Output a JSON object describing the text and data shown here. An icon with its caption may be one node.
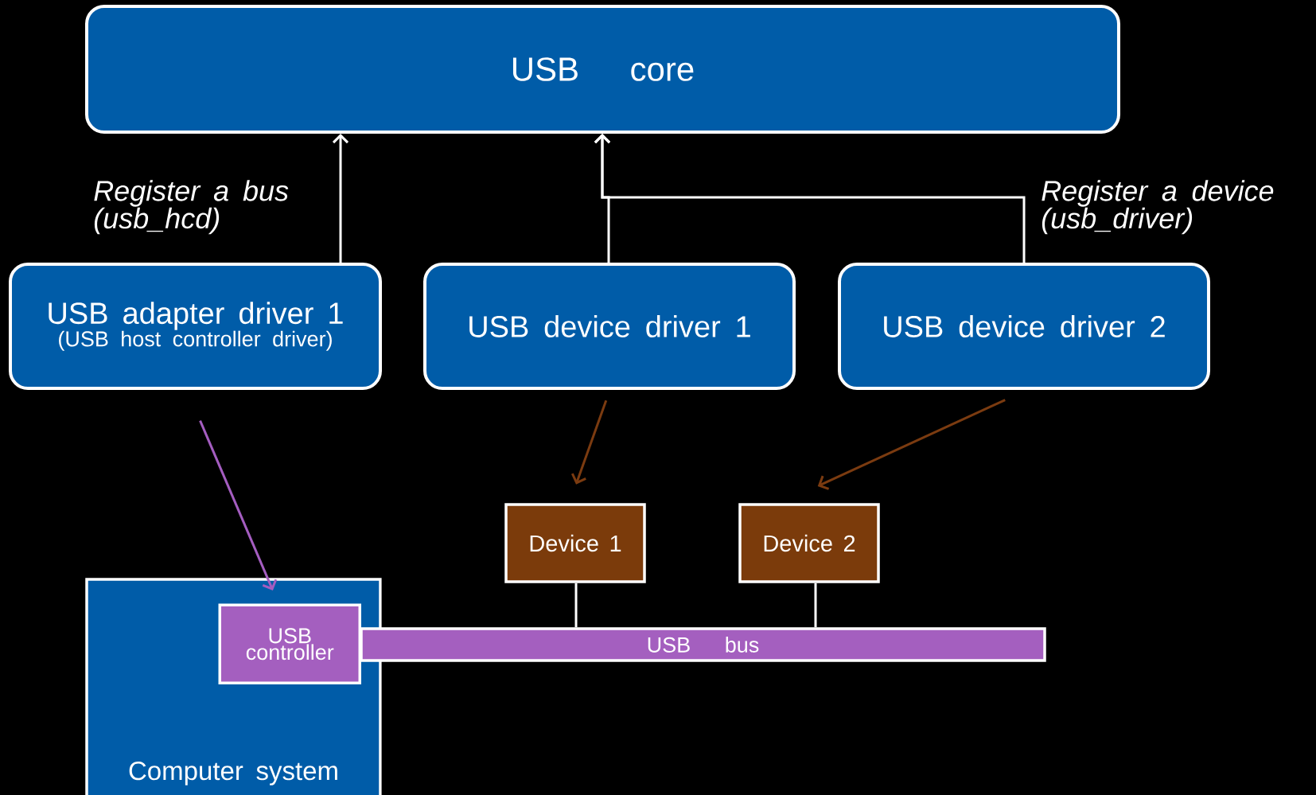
{
  "diagram": {
    "nodes": [
      {
        "text": [
          "USB core"
        ]
      },
      {
        "text": [
          "USB adapter driver 1",
          "(USB host controller driver)"
        ]
      },
      {
        "text": [
          "USB device driver 1"
        ]
      },
      {
        "text": [
          "USB device driver 2"
        ]
      },
      {
        "text": [
          "Device 1"
        ]
      },
      {
        "text": [
          "Device 2"
        ]
      },
      {
        "text": [
          "Computer system"
        ]
      },
      {
        "text": [
          "USB controller"
        ],
        "in": 6
      },
      {
        "text": [
          "USB bus"
        ]
      }
    ],
    "edges": [
      {
        "from": 1,
        "to": 0,
        "arrow": "to",
        "label": "Register a bus (usb_hcd)"
      },
      {
        "from": 2,
        "to": 0,
        "arrow": "to"
      },
      {
        "from": 3,
        "to": 0,
        "arrow": "to",
        "label": "Register a device (usb_driver)"
      },
      {
        "from": 1,
        "to": 7,
        "arrow": "to",
        "color": "#a45dc0"
      },
      {
        "from": 2,
        "to": 4,
        "arrow": "to",
        "color": "#7b3b10"
      },
      {
        "from": 3,
        "to": 5,
        "arrow": "to",
        "color": "#7b3b10"
      },
      {
        "from": 4,
        "to": 8,
        "arrow": "none"
      },
      {
        "from": 5,
        "to": 8,
        "arrow": "none"
      }
    ]
  }
}
